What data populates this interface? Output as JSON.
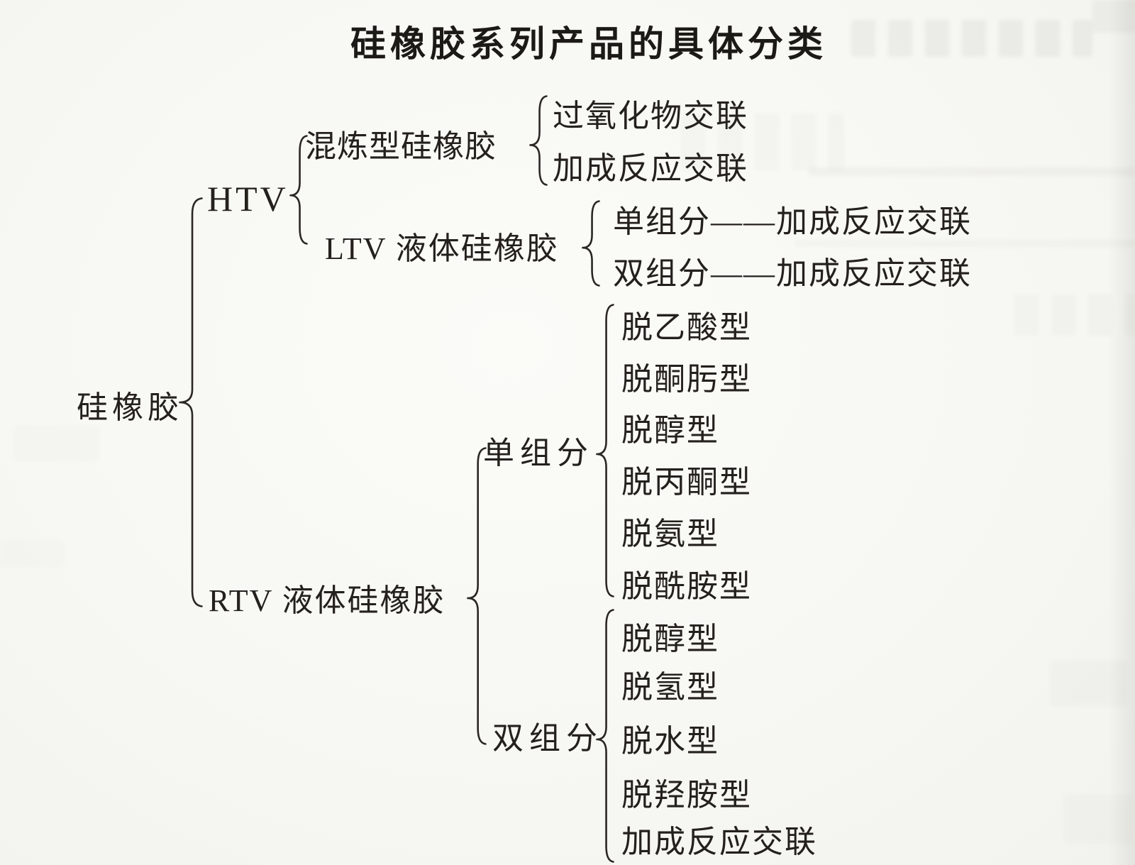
{
  "title": "硅橡胶系列产品的具体分类",
  "tree": {
    "root": "硅橡胶",
    "htv": {
      "label": "HTV",
      "mixing": {
        "label": "混炼型硅橡胶",
        "items": [
          "过氧化物交联",
          "加成反应交联"
        ]
      },
      "ltv": {
        "label": "LTV 液体硅橡胶",
        "items": [
          "单组分——加成反应交联",
          "双组分——加成反应交联"
        ]
      }
    },
    "rtv": {
      "label": "RTV 液体硅橡胶",
      "single": {
        "label": "单组分",
        "items": [
          "脱乙酸型",
          "脱酮肟型",
          "脱醇型",
          "脱丙酮型",
          "脱氨型",
          "脱酰胺型"
        ]
      },
      "double": {
        "label": "双组分",
        "items": [
          "脱醇型",
          "脱氢型",
          "脱水型",
          "脱羟胺型",
          "加成反应交联"
        ]
      }
    }
  },
  "colors": {
    "ink": "#24211d",
    "paper": "#f8f8f4"
  }
}
